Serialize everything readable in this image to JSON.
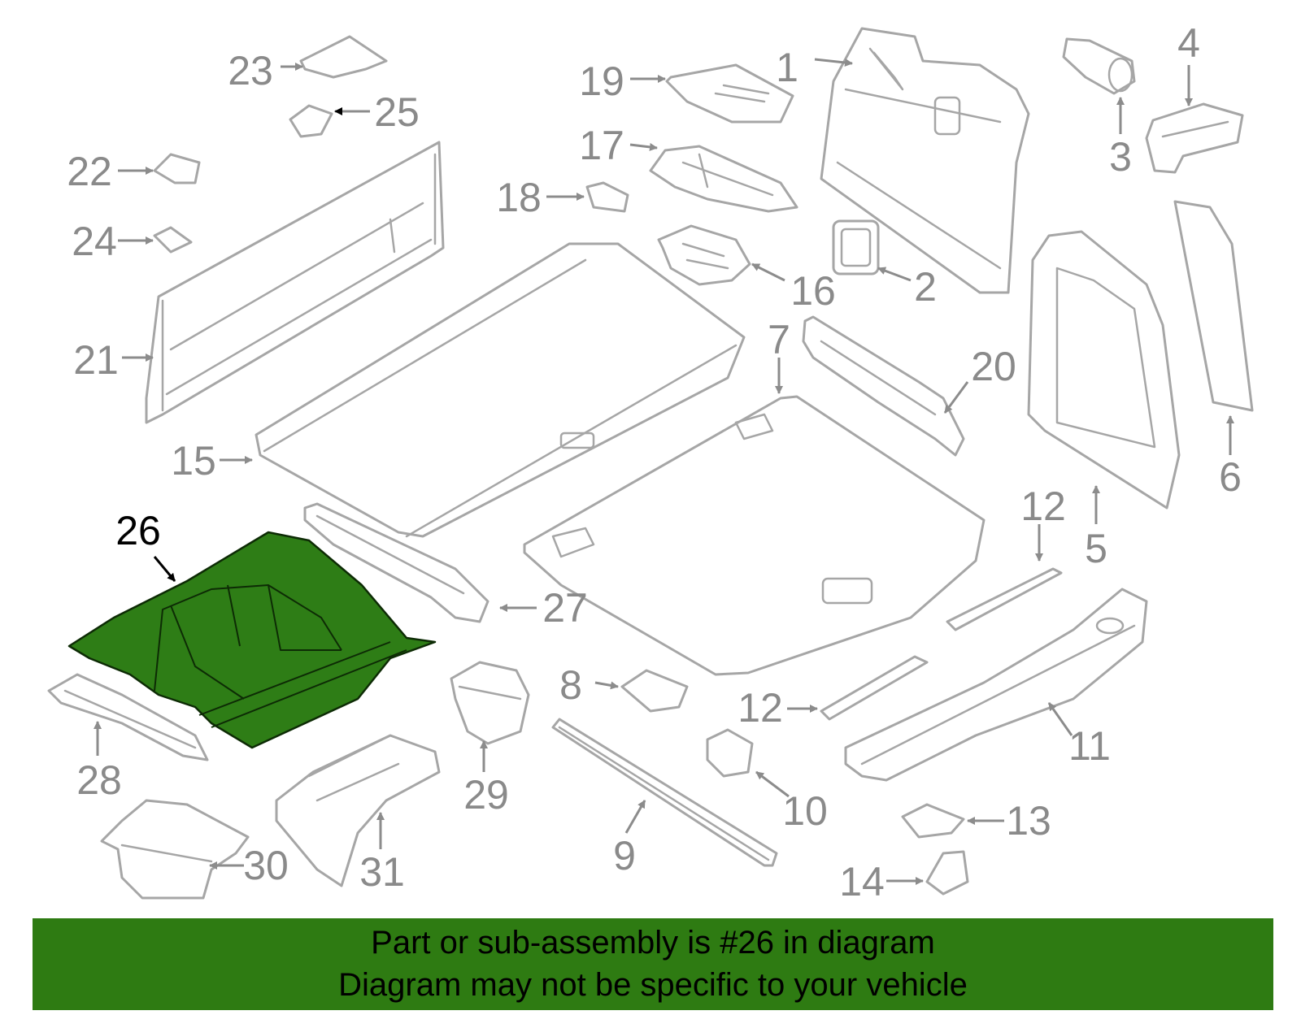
{
  "diagram": {
    "highlighted_part": "26",
    "highlight_color": "#2e7d16",
    "callouts": [
      "1",
      "2",
      "3",
      "4",
      "5",
      "6",
      "7",
      "8",
      "9",
      "10",
      "11",
      "12",
      "12",
      "13",
      "14",
      "15",
      "16",
      "17",
      "18",
      "19",
      "20",
      "21",
      "22",
      "23",
      "24",
      "25",
      "26",
      "27",
      "28",
      "29",
      "30",
      "31"
    ]
  },
  "banner": {
    "line1": "Part or sub-assembly is #26 in diagram",
    "line2": "Diagram may not be specific to your vehicle",
    "background": "#2e7b12"
  }
}
